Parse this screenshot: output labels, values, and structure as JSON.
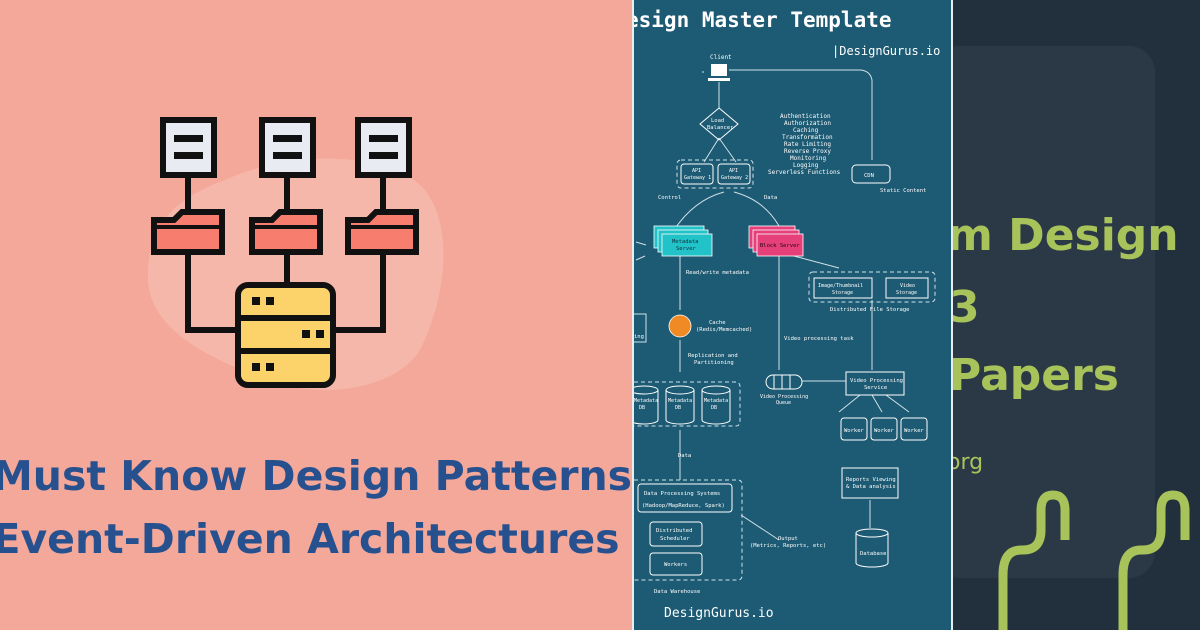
{
  "left_panel": {
    "title_line1": "Must Know Design Patterns",
    "title_line2": "Event-Driven Architectures",
    "colors": {
      "background": "#f4a89a",
      "title": "#27508f",
      "folder": "#f77e6e",
      "server": "#fbd36a"
    },
    "icon": "distributed-servers-icon"
  },
  "middle_panel": {
    "heading": "esign Master Template",
    "brand_top": "|DesignGurus.io",
    "brand_bottom": "DesignGurus.io",
    "labels": {
      "client": "Client",
      "load_balancer_1": "Load",
      "load_balancer_2": "Balancer",
      "auth_list": [
        "Authentication",
        "Authorization",
        "Caching",
        "Transformation",
        "Rate Limiting",
        "Reverse Proxy",
        "Monitoring",
        "Logging",
        "Serverless Functions"
      ],
      "api_gw": "API",
      "api_gw1": "Gateway 1",
      "api_gw2": "Gateway 2",
      "cdn": "CDN",
      "static_content": "Static Content",
      "control": "Control",
      "data": "Data",
      "metadata_server_1": "Metadata",
      "metadata_server_2": "Server",
      "block_server": "Block Server",
      "rw_metadata": "Read/write metadata",
      "image_storage_1": "Image/Thumbnail",
      "image_storage_2": "Storage",
      "video_storage_1": "Video",
      "video_storage_2": "Storage",
      "dfs": "Distributed File Storage",
      "cache_1": "Cache",
      "cache_2": "(Redis/Memcached)",
      "partial_ing": "ing",
      "video_task": "Video processing task",
      "replication_1": "Replication and",
      "replication_2": "Partitioning",
      "queue_1": "Video Processing",
      "queue_2": "Queue",
      "vps_1": "Video Processing",
      "vps_2": "Service",
      "metadata": "Metadata",
      "db": "DB",
      "worker": "Worker",
      "data_small": "Data",
      "reports_1": "Reports Viewing",
      "reports_2": "& Data analysis",
      "dps_1": "Data Processing Systems",
      "dps_2": "(Hadoop/MapReduce, Spark)",
      "sched_1": "Distributed",
      "sched_2": "Scheduler",
      "workers": "Workers",
      "output_1": "Output",
      "output_2": "(Metrics, Reports, etc)",
      "database": "Database",
      "warehouse": "Data Warehouse"
    },
    "colors": {
      "background": "#1d5a73",
      "metadata_server": "#22c3c8",
      "block_server": "#e6407a",
      "cache": "#f08a24"
    }
  },
  "right_panel": {
    "line1": "m Design",
    "line2": "3",
    "line3": "Papers",
    "line4": "org",
    "colors": {
      "background": "#22303d",
      "card": "#2b3947",
      "accent": "#a8c35a"
    }
  }
}
